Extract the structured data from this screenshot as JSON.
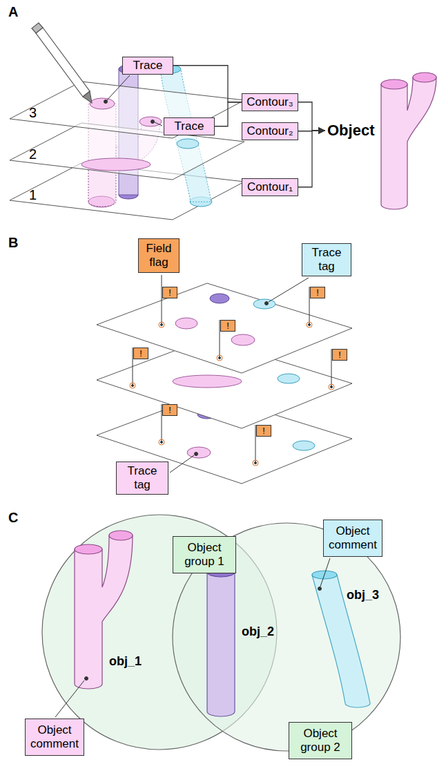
{
  "diagram": {
    "nodes": [
      {
        "text": [
          "Trace"
        ]
      },
      {
        "text": [
          "Contour₃"
        ]
      },
      {
        "text": [
          "Trace"
        ]
      },
      {
        "text": [
          "Contour₂"
        ]
      },
      {
        "text": [
          "Object"
        ]
      },
      {
        "text": [
          "Contour₁"
        ]
      },
      {
        "text": [
          "Field flag"
        ]
      },
      {
        "text": [
          "Trace tag"
        ]
      },
      {
        "text": [
          "!"
        ]
      },
      {
        "text": [
          "!"
        ]
      },
      {
        "text": [
          "!"
        ]
      },
      {
        "text": [
          "!"
        ]
      },
      {
        "text": [
          "!"
        ]
      },
      {
        "text": [
          "!"
        ]
      },
      {
        "text": [
          "!"
        ]
      },
      {
        "text": [
          "Trace tag"
        ]
      },
      {
        "text": [
          "Object group 1"
        ]
      },
      {
        "text": [
          "Object comment"
        ]
      },
      {
        "text": [
          "Object comment"
        ]
      },
      {
        "text": [
          "Object group 2"
        ]
      }
    ],
    "edges": [
      {
        "from": 0,
        "to": 1,
        "arrow": "none"
      },
      {
        "from": 2,
        "to": 1,
        "arrow": "none"
      },
      {
        "from": 1,
        "to": 4,
        "arrow": "to"
      },
      {
        "from": 3,
        "to": 4,
        "arrow": "to"
      },
      {
        "from": 5,
        "to": 4,
        "arrow": "to"
      }
    ],
    "labels": [
      "A",
      "3",
      "2",
      "1",
      "B",
      "C",
      "obj_1",
      "obj_2",
      "obj_3"
    ]
  }
}
